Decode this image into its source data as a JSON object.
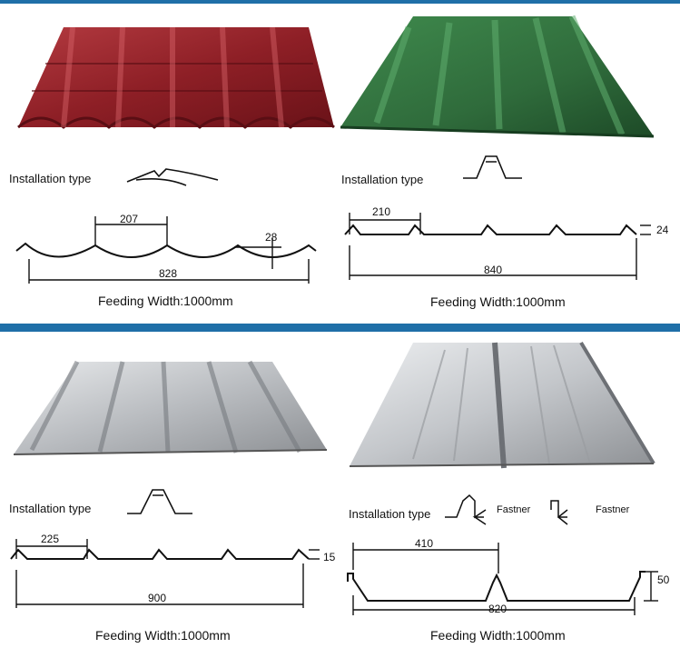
{
  "panels": [
    {
      "installation_label": "Installation type",
      "dims": {
        "pitch": "207",
        "height": "28",
        "cover": "828"
      },
      "feeding_width": "Feeding Width:1000mm",
      "color": "#8e1f26"
    },
    {
      "installation_label": "Installation type",
      "dims": {
        "pitch": "210",
        "height": "24",
        "cover": "840"
      },
      "feeding_width": "Feeding Width:1000mm",
      "color": "#2f6b3b"
    },
    {
      "installation_label": "Installation type",
      "dims": {
        "pitch": "225",
        "height": "15",
        "cover": "900"
      },
      "feeding_width": "Feeding Width:1000mm",
      "color": "#b9bcc0"
    },
    {
      "installation_label": "Installation type",
      "dims": {
        "pitch": "410",
        "height": "50",
        "cover": "820"
      },
      "feeding_width": "Feeding Width:1000mm",
      "fastener_labels": [
        "Fastner",
        "Fastner"
      ],
      "color": "#c3c6ca"
    }
  ],
  "colors": {
    "divider": "#1f6fa8"
  }
}
